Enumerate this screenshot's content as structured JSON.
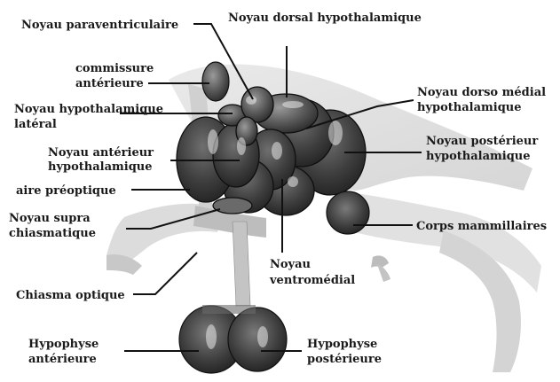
{
  "labels": {
    "paraventriculaire": "Noyau paraventriculaire",
    "dorsal": "Noyau dorsal hypothalamique",
    "commissure_1": "commissure",
    "commissure_2": "antérieure",
    "dorso_medial_1": "Noyau dorso médial",
    "dorso_medial_2": "hypothalamique",
    "lateral_1": "Noyau hypothalamique",
    "lateral_2": "latéral",
    "posterieur_1": "Noyau postérieur",
    "posterieur_2": "hypothalamique",
    "anterieur_1": "Noyau antérieur",
    "anterieur_2": "hypothalamique",
    "preoptique": "aire préoptique",
    "supra_1": "Noyau supra",
    "supra_2": "chiasmatique",
    "mammillaires": "Corps mammillaires",
    "chiasma": "Chiasma optique",
    "ventromedial_1": "Noyau",
    "ventromedial_2": "ventromédial",
    "hypo_ant_1": "Hypophyse",
    "hypo_ant_2": "antérieure",
    "hypo_post_1": "Hypophyse",
    "hypo_post_2": "postérieure"
  }
}
